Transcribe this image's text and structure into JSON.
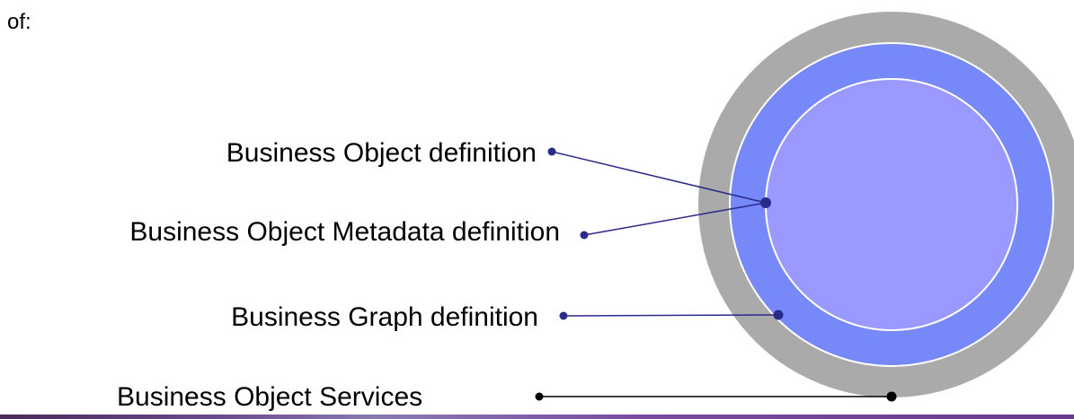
{
  "intro_text": "of:",
  "labels": {
    "business_object_definition": "Business Object definition",
    "business_object_metadata_definition": "Business Object Metadata definition",
    "business_graph_definition": "Business Graph definition",
    "business_object_services": "Business Object Services"
  },
  "colors": {
    "outer_ring": "#aaaaaa",
    "middle_ring": "#7788f8",
    "inner_circle": "#9999ff",
    "connector_blue": "#2a2a8a",
    "connector_black": "#000000",
    "footer_band_start": "#5a2a6a",
    "footer_band_end": "#7a4aa0"
  }
}
